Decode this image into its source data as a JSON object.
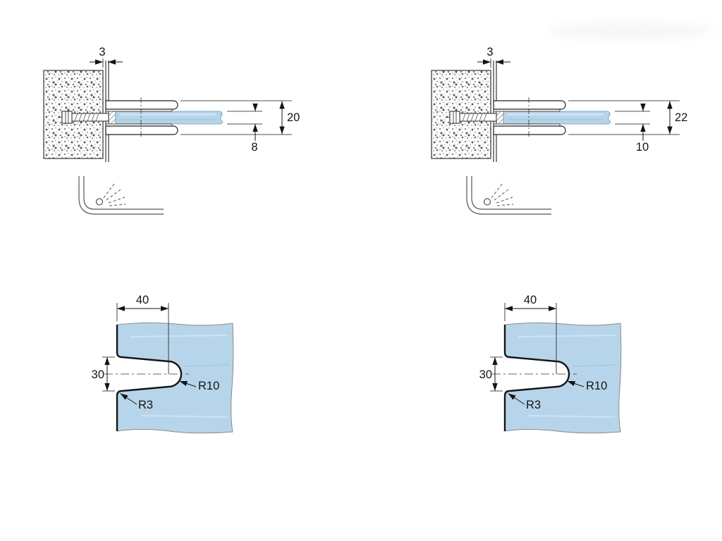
{
  "drawing": {
    "background": "#ffffff",
    "colors": {
      "glass": "#b7d5ea",
      "line": "#151515"
    },
    "figures": [
      {
        "id": "left-variant",
        "section": {
          "gap_width": "3",
          "fitting_height": "20",
          "glass_thickness": "8"
        },
        "notch": {
          "depth": "40",
          "mouth_width": "30",
          "tip_radius": "R10",
          "corner_radius": "R3"
        }
      },
      {
        "id": "right-variant",
        "section": {
          "gap_width": "3",
          "fitting_height": "22",
          "glass_thickness": "10"
        },
        "notch": {
          "depth": "40",
          "mouth_width": "30",
          "tip_radius": "R10",
          "corner_radius": "R3"
        }
      }
    ]
  }
}
